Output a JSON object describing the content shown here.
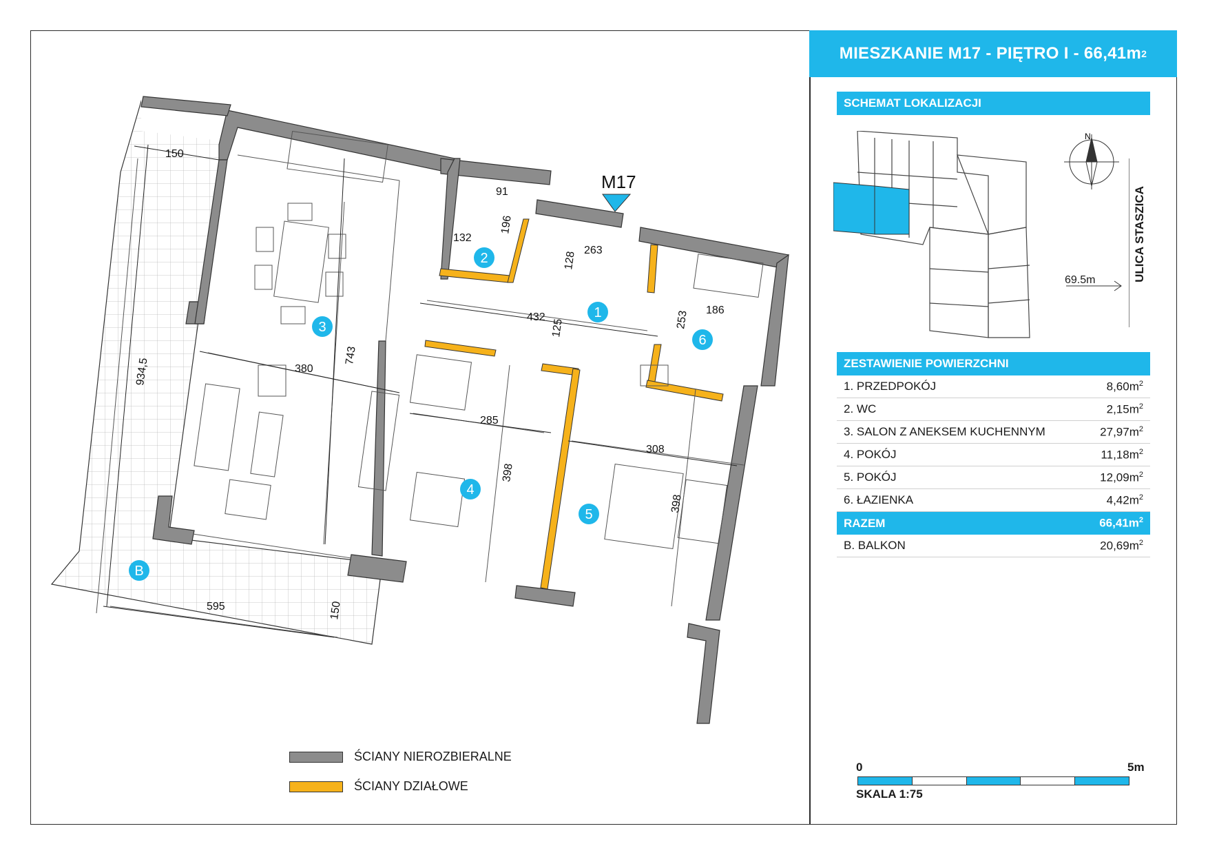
{
  "header": {
    "title": "MIESZKANIE M17 - PIĘTRO I - 66,41m",
    "title_sup": "2"
  },
  "location": {
    "heading": "SCHEMAT LOKALIZACJI",
    "street": "ULICA STASZICA",
    "distance": "69.5m",
    "north_label": "N"
  },
  "areas": {
    "heading": "ZESTAWIENIE POWIERZCHNI",
    "rows": [
      {
        "label": "1. PRZEDPOKÓJ",
        "value": "8,60m",
        "sup": "2"
      },
      {
        "label": "2. WC",
        "value": "2,15m",
        "sup": "2"
      },
      {
        "label": "3. SALON Z ANEKSEM KUCHENNYM",
        "value": "27,97m",
        "sup": "2"
      },
      {
        "label": "4. POKÓJ",
        "value": "11,18m",
        "sup": "2"
      },
      {
        "label": "5. POKÓJ",
        "value": "12,09m",
        "sup": "2"
      },
      {
        "label": "6. ŁAZIENKA",
        "value": "4,42m",
        "sup": "2"
      }
    ],
    "total": {
      "label": "RAZEM",
      "value": "66,41m",
      "sup": "2"
    },
    "balcony": {
      "label": "B. BALKON",
      "value": "20,69m",
      "sup": "2"
    }
  },
  "plan": {
    "marker": "M17",
    "rooms": [
      "1",
      "2",
      "3",
      "4",
      "5",
      "6",
      "B"
    ],
    "dimensions": [
      "150",
      "91",
      "132",
      "196",
      "263",
      "128",
      "432",
      "125",
      "253",
      "186",
      "380",
      "743",
      "285",
      "398",
      "308",
      "398",
      "934,5",
      "595",
      "150"
    ]
  },
  "legend": {
    "load_bearing": "ŚCIANY NIEROZBIERALNE",
    "partition": "ŚCIANY DZIAŁOWE"
  },
  "scale": {
    "start": "0",
    "end": "5m",
    "label": "SKALA 1:75"
  },
  "colors": {
    "accent": "#1fb7ea",
    "wall": "#8c8c8c",
    "partition": "#f6b21b"
  }
}
